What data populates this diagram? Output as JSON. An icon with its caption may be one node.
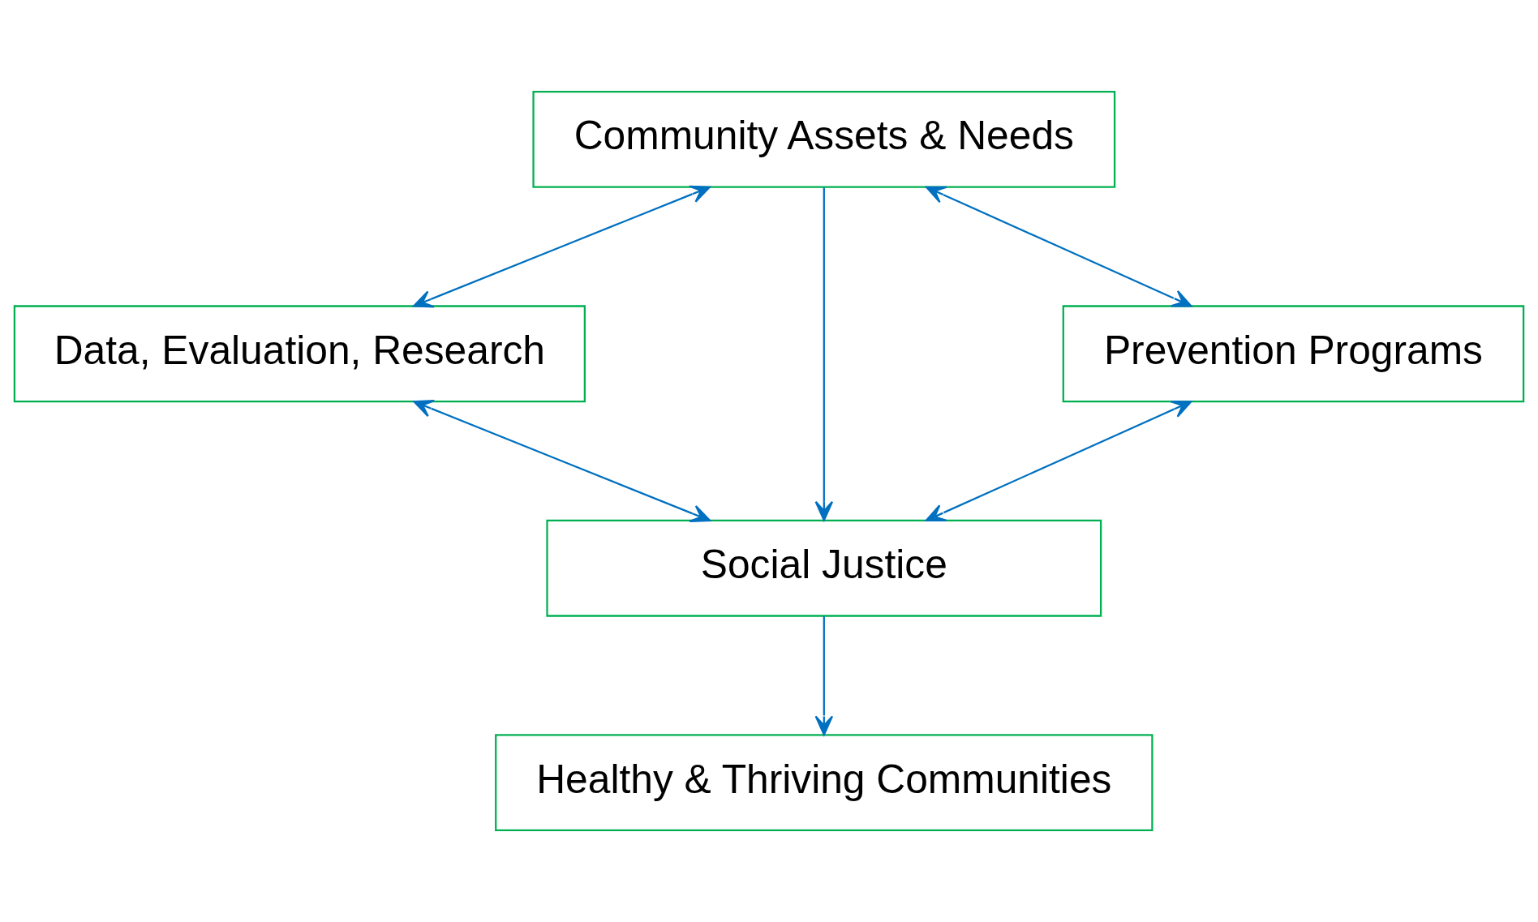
{
  "diagram": {
    "nodes": [
      {
        "text": [
          "Community Assets & Needs"
        ]
      },
      {
        "text": [
          "Prevention Programs"
        ]
      },
      {
        "text": [
          "Data, Evaluation, Research"
        ]
      },
      {
        "text": [
          "Social Justice"
        ]
      },
      {
        "text": [
          "Healthy & Thriving Communities"
        ]
      }
    ],
    "edges": [
      {
        "from": 1,
        "to": 0,
        "arrow": "both"
      },
      {
        "from": 0,
        "to": 2,
        "arrow": "both"
      },
      {
        "from": 0,
        "to": 3,
        "arrow": "to"
      },
      {
        "from": 1,
        "to": 3,
        "arrow": "both"
      },
      {
        "from": 2,
        "to": 3,
        "arrow": "both"
      },
      {
        "from": 3,
        "to": 4,
        "arrow": "to"
      }
    ]
  }
}
